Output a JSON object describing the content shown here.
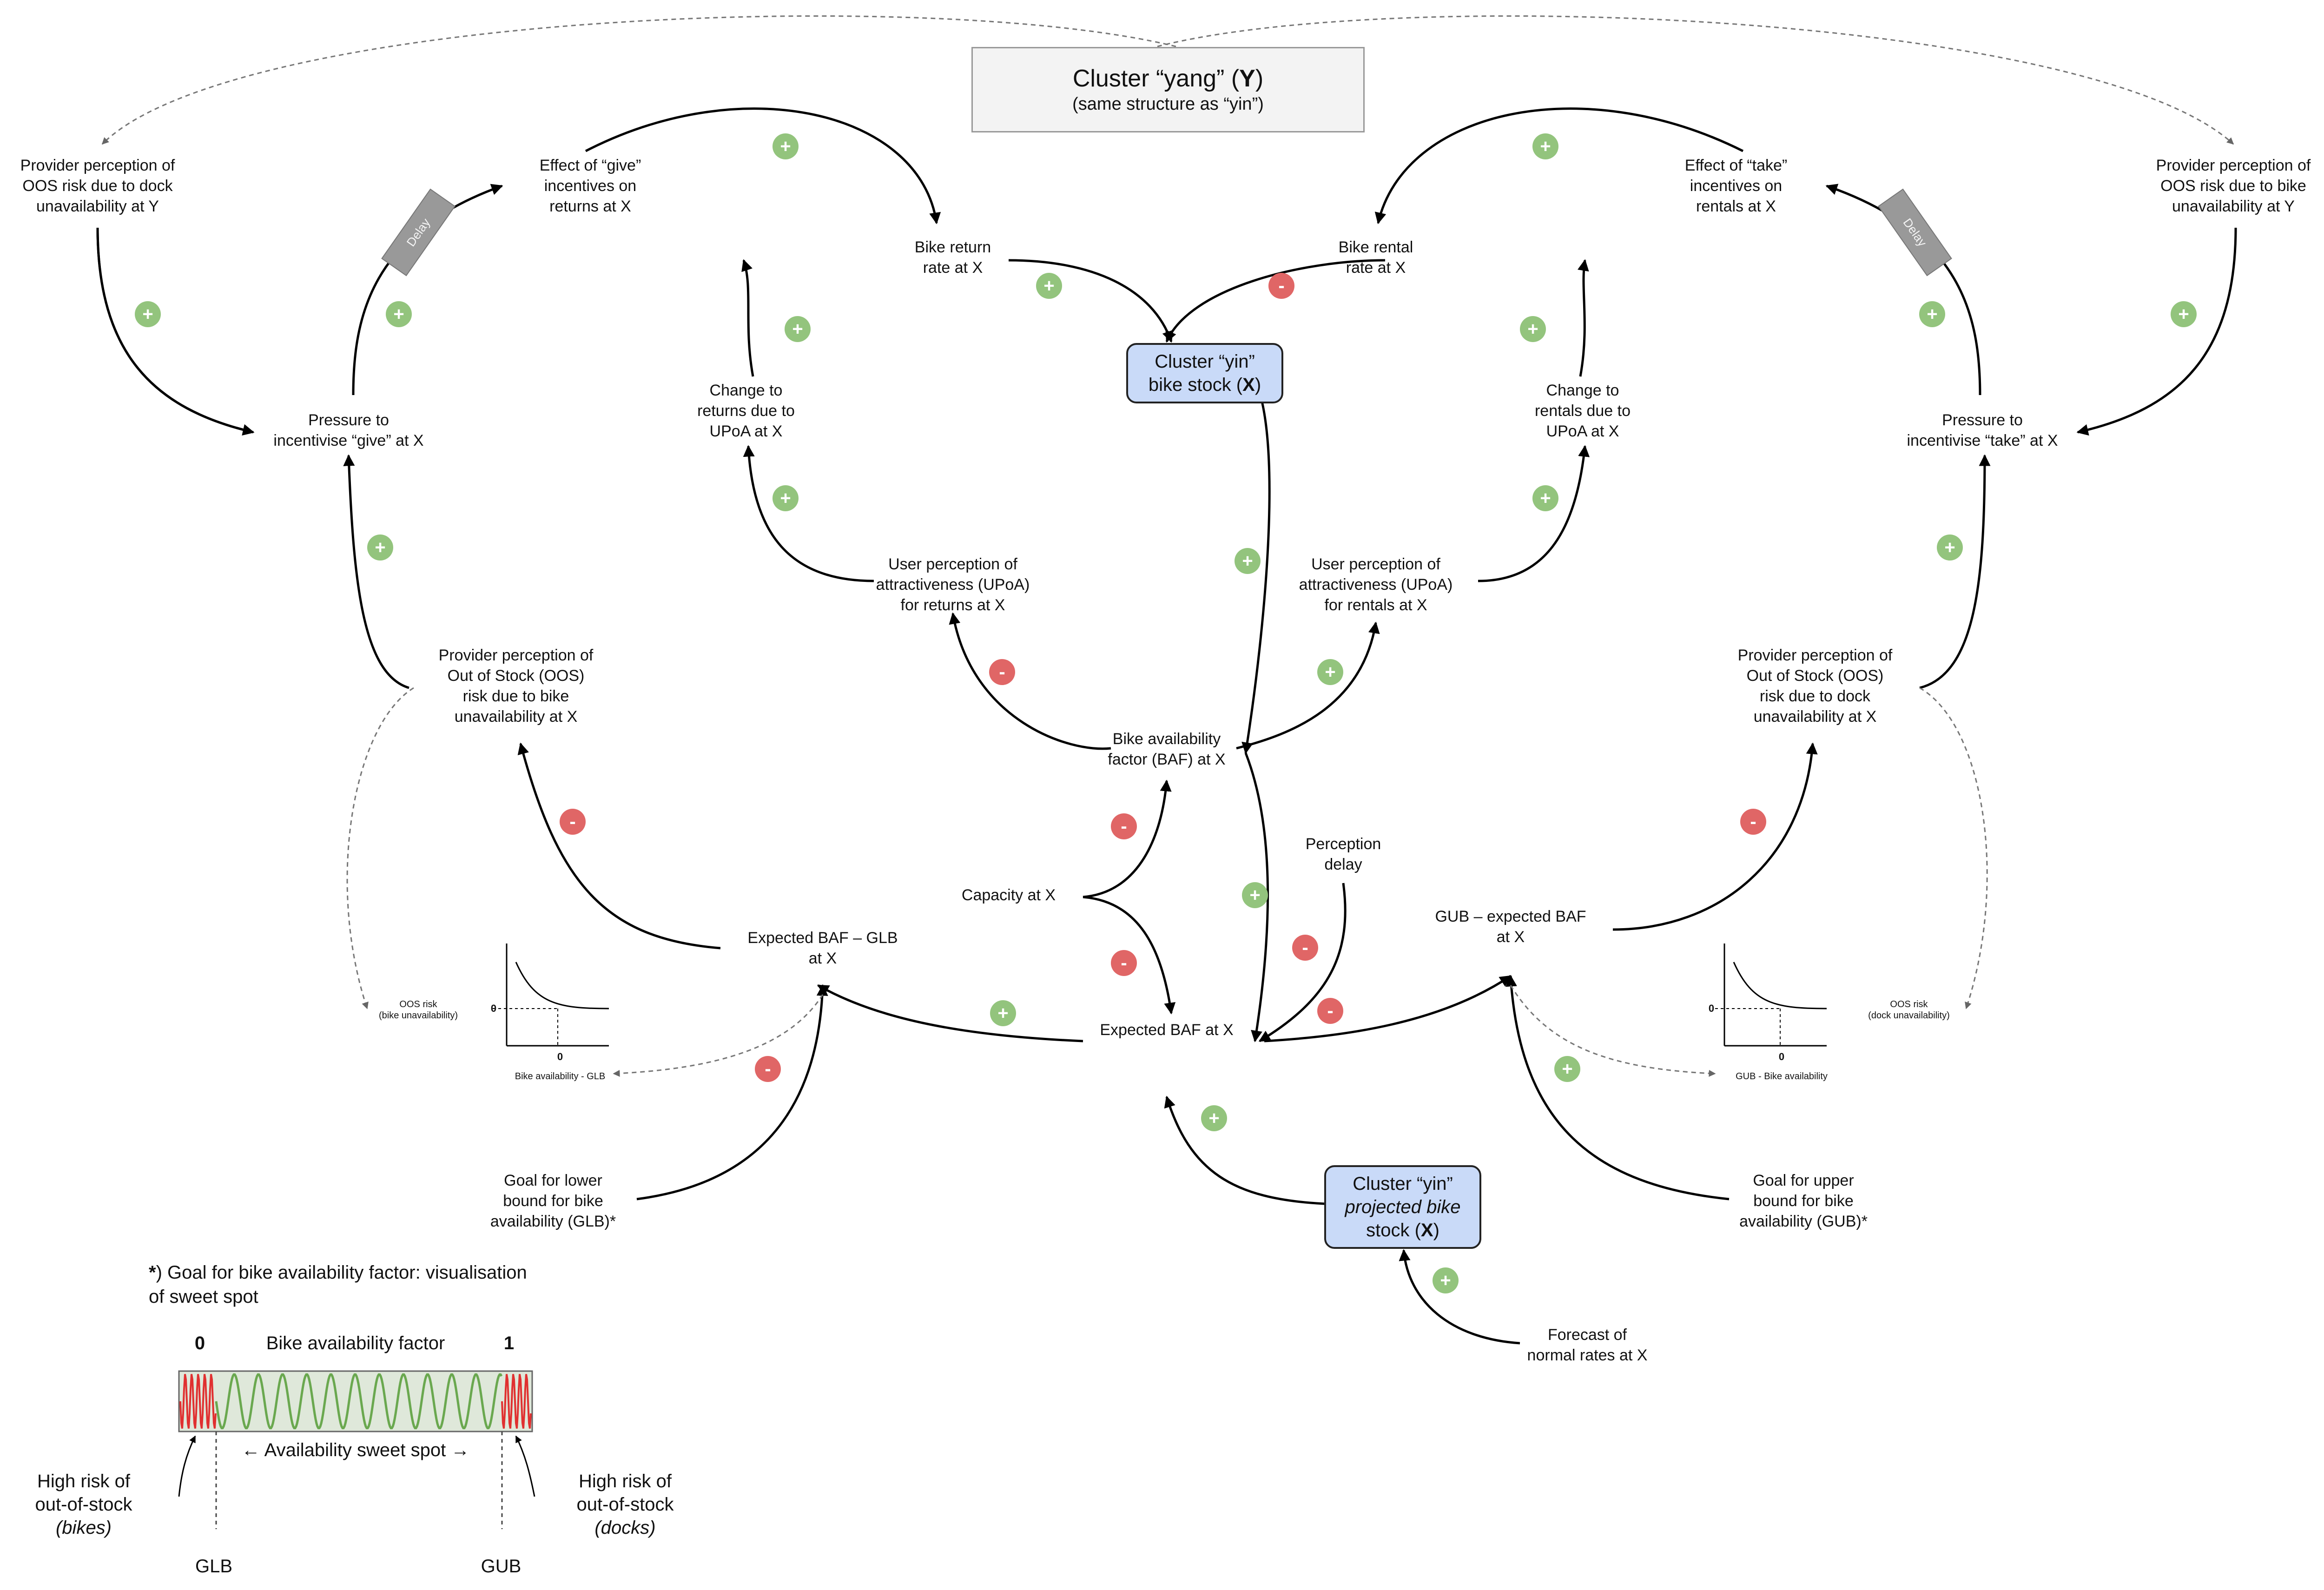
{
  "cluster_yang": {
    "line1": "Cluster “yang” (Y)",
    "line2": "(same structure as “yin”)"
  },
  "cluster_yin": {
    "line1": "Cluster “yin”",
    "line2": "bike stock (X)"
  },
  "cluster_yin_projected": {
    "line1": "Cluster “yin”",
    "line2": "projected bike",
    "line3": "stock (X)"
  },
  "nodes": {
    "provider_oos_dock_y": [
      "Provider perception of",
      "OOS risk due to dock",
      "unavailability at Y"
    ],
    "effect_give": [
      "Effect of “give”",
      "incentives on",
      "returns at X"
    ],
    "bike_return_rate": [
      "Bike return",
      "rate at X"
    ],
    "bike_rental_rate": [
      "Bike rental",
      "rate at X"
    ],
    "effect_take": [
      "Effect of “take”",
      "incentives on",
      "rentals at X"
    ],
    "provider_oos_bike_y": [
      "Provider perception of",
      "OOS risk due to bike",
      "unavailability at Y"
    ],
    "pressure_give": [
      "Pressure to",
      "incentivise “give” at X"
    ],
    "change_returns": [
      "Change to",
      "returns due to",
      "UPoA at X"
    ],
    "change_rentals": [
      "Change to",
      "rentals due to",
      "UPoA at X"
    ],
    "pressure_take": [
      "Pressure to",
      "incentivise “take” at X"
    ],
    "upoa_returns": [
      "User perception of",
      "attractiveness (UPoA)",
      "for returns at X"
    ],
    "upoa_rentals": [
      "User perception of",
      "attractiveness (UPoA)",
      "for rentals at X"
    ],
    "provider_oos_bike_x": [
      "Provider perception of",
      "Out of Stock (OOS)",
      "risk due to bike",
      "unavailability at X"
    ],
    "provider_oos_dock_x": [
      "Provider perception of",
      "Out of Stock (OOS)",
      "risk due to dock",
      "unavailability at X"
    ],
    "baf": [
      "Bike availability",
      "factor (BAF) at X"
    ],
    "perception_delay": [
      "Perception",
      "delay"
    ],
    "capacity": [
      "Capacity at X"
    ],
    "expected_baf_glb": [
      "Expected BAF – GLB",
      "at X"
    ],
    "gub_expected_baf": [
      "GUB – expected BAF",
      "at X"
    ],
    "expected_baf": [
      "Expected BAF at X"
    ],
    "goal_lower": [
      "Goal for lower",
      "bound for bike",
      "availability (GLB)*"
    ],
    "goal_upper": [
      "Goal for upper",
      "bound for bike",
      "availability (GUB)*"
    ],
    "forecast": [
      "Forecast of",
      "normal rates at X"
    ]
  },
  "delay_label": "Delay",
  "mini_chart_left": {
    "ylabel": [
      "OOS risk",
      "(bike unavailability)"
    ],
    "xlabel": "Bike availability - GLB",
    "zero_y": "0",
    "zero_x": "0"
  },
  "mini_chart_right": {
    "ylabel": [
      "OOS risk",
      "(dock  unavailability)"
    ],
    "xlabel": "GUB - Bike availability",
    "zero_y": "0",
    "zero_x": "0"
  },
  "polarity": {
    "plus": "+",
    "minus": "-"
  },
  "sweet_spot": {
    "note_star": "*",
    "note_rest": ") Goal for bike availability factor: visualisation",
    "note_line2": "of sweet spot",
    "zero": "0",
    "one": "1",
    "title": "Bike availability factor",
    "sweet_spot_label": "← Availability sweet spot →",
    "left_risk": {
      "line1": "High risk of",
      "line2": "out-of-stock",
      "line3": "(bikes)"
    },
    "right_risk": {
      "line1": "High risk of",
      "line2": "out-of-stock",
      "line3": "(docks)"
    },
    "glb": "GLB",
    "gub": "GUB"
  },
  "colors": {
    "positive": "#93c47d",
    "negative": "#e06666",
    "cluster_fill": "#c9daf8",
    "yang_fill": "#f3f3f3",
    "wave_green": "#6aa84f",
    "wave_red": "#e03030"
  }
}
